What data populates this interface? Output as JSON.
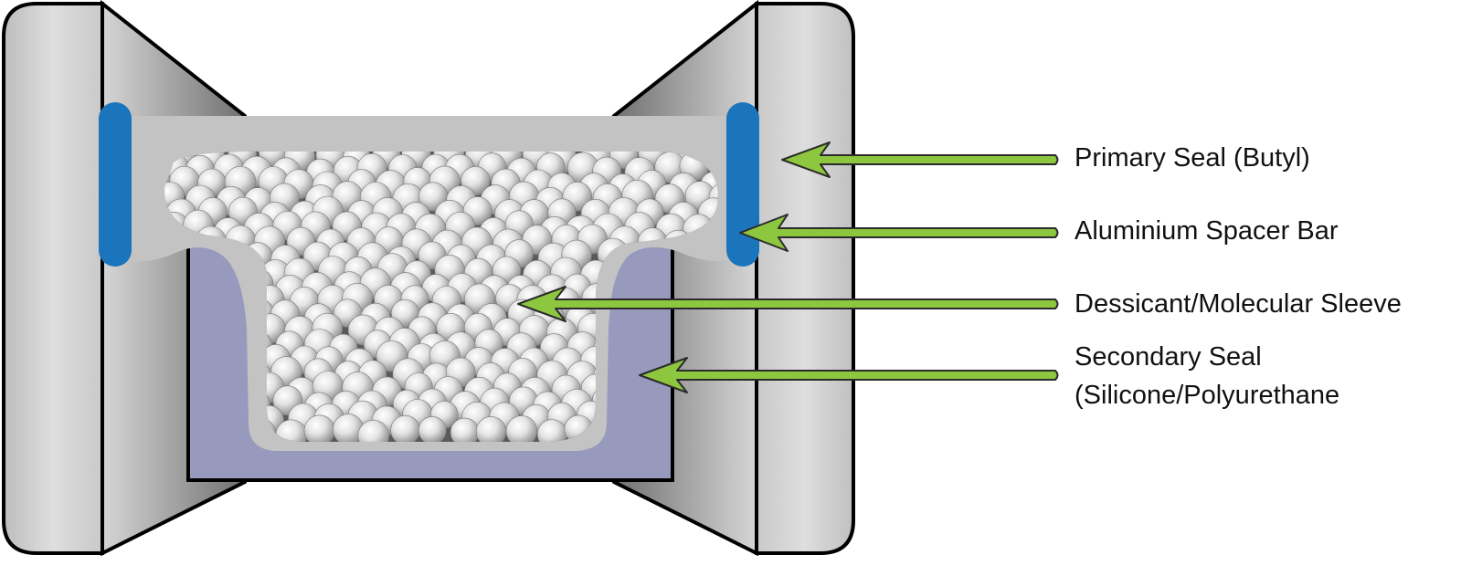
{
  "labels": {
    "primary_seal": "Primary Seal (Butyl)",
    "spacer_bar": "Aluminium Spacer Bar",
    "dessicant": "Dessicant/Molecular Sleeve",
    "secondary_seal_line1": "Secondary Seal",
    "secondary_seal_line2": "(Silicone/Polyurethane"
  },
  "colors": {
    "arrow": "#8dc63f",
    "primary_seal": "#1b75bc",
    "secondary_seal": "#9799bd",
    "spacer": "#c3c3c3",
    "glass_light": "#e8e8e8",
    "glass_dark": "#8e8e8e",
    "beads": "#d9d9d9"
  }
}
